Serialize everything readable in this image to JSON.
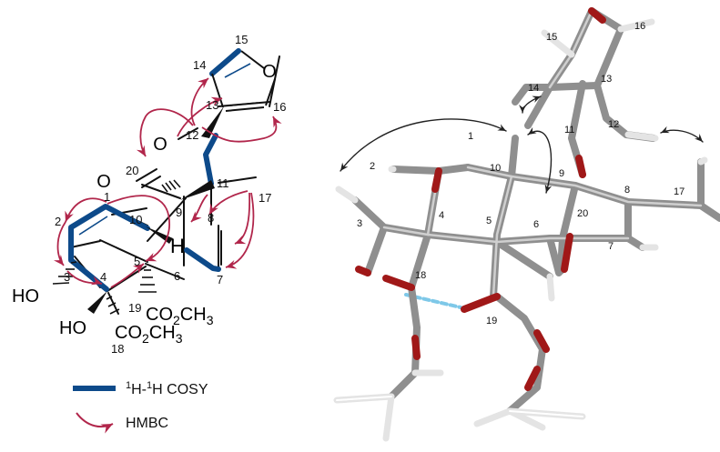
{
  "structure_2d": {
    "atoms": {
      "o_furan": "O",
      "o_lactone": "O",
      "o_carbonyl": "O",
      "h10": "H",
      "ho3": "HO",
      "ho4": "HO",
      "c15": "15",
      "c14": "14",
      "c13": "13",
      "c16": "16",
      "c12": "12",
      "c20": "20",
      "c11": "11",
      "c17": "17",
      "c1": "1",
      "c2": "2",
      "c10": "10",
      "c9": "9",
      "c8": "8",
      "c5": "5",
      "c3": "3",
      "c4": "4",
      "c6": "6",
      "c7": "7",
      "c19": "19",
      "c18": "18"
    },
    "ester19": {
      "prefix": "CO",
      "sub": "2",
      "suffix": "CH",
      "sub2": "3"
    },
    "ester18": {
      "prefix": "CO",
      "sub": "2",
      "suffix": "CH",
      "sub2": "3"
    }
  },
  "legend": {
    "cosy": {
      "sup1": "1",
      "mid": "H-",
      "sup2": "1",
      "end": "H COSY"
    },
    "hmbc": {
      "label": "HMBC"
    }
  },
  "structure_3d": {
    "labels": {
      "n15": "15",
      "n16": "16",
      "n13": "13",
      "n14": "14",
      "n12": "12",
      "n11": "11",
      "n1": "1",
      "n2": "2",
      "n10": "10",
      "n9": "9",
      "n3": "3",
      "n4": "4",
      "n5": "5",
      "n6": "6",
      "n20": "20",
      "n8": "8",
      "n17": "17",
      "n7": "7",
      "n18": "18",
      "n19": "19"
    }
  },
  "colors": {
    "cosy_bond": "#0d4a8a",
    "hmbc_arrow": "#b1264b",
    "carbon": "#8f8f8f",
    "oxygen": "#a01818",
    "hydrogen": "#e4e4e4",
    "hbond": "#7ec8e8"
  }
}
